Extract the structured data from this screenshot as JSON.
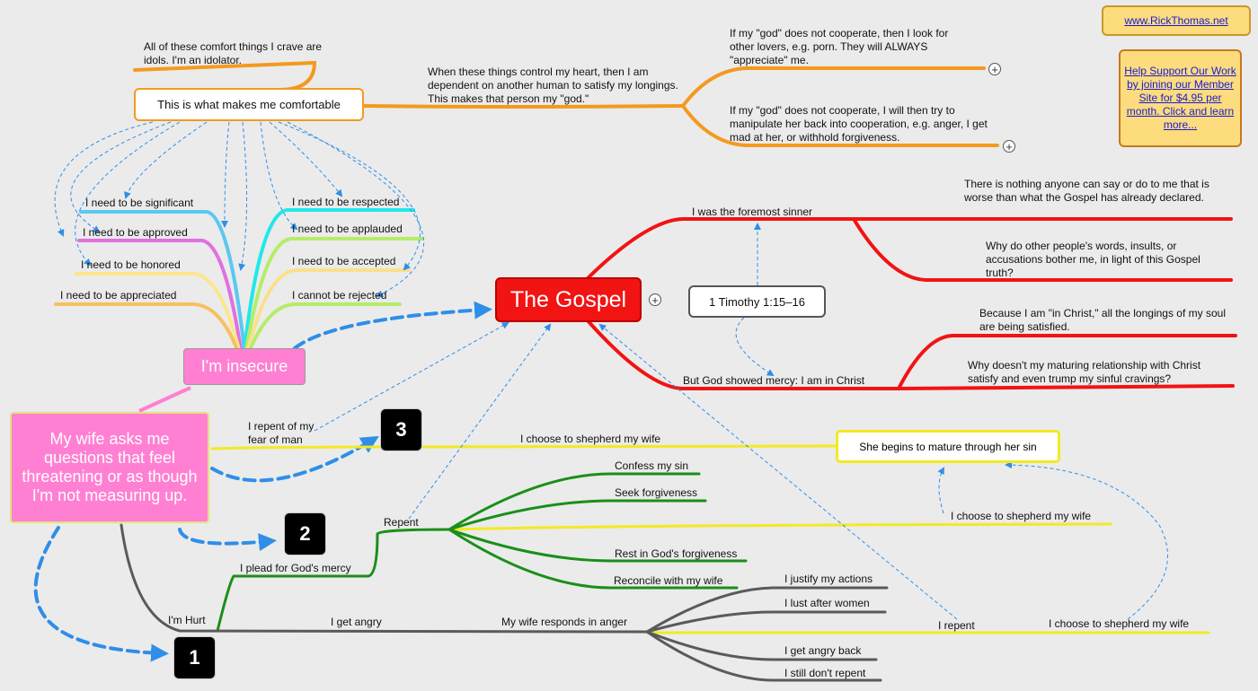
{
  "links": {
    "site": "www.RickThomas.net",
    "support": "Help Support Our Work by joining our Member Site for $4.95 per month. Click and learn more..."
  },
  "nodes": {
    "comfortable": "This is what makes me comfortable",
    "idols": "All of these comfort things I crave are idols. I'm an idolator.",
    "control": "When these things control my heart, then I am dependent on another human to satisfy my longings. This makes that person my \"god.\"",
    "lovers": "If my \"god\" does not cooperate, then I look for other lovers, e.g. porn. They will ALWAYS \"appreciate\" me.",
    "manipulate": "If my \"god\" does not cooperate, I will then try to manipulate her back into cooperation, e.g. anger, I get mad at her, or withhold forgiveness.",
    "significant": "I need to be significant",
    "approved": "I need to be approved",
    "honored": "I need to be honored",
    "appreciated": "I need to be appreciated",
    "respected": "I need to be respected",
    "applauded": "I need to be applauded",
    "accepted": "I need to be accepted",
    "rejected": "I cannot be rejected",
    "insecure": "I'm insecure",
    "gospel": "The Gospel",
    "timothy": "1 Timothy 1:15–16",
    "foremost": "I was the foremost sinner",
    "nothing": "There is nothing anyone can say or do to me that is worse than what the Gospel has already declared.",
    "bother": "Why do other people's words, insults, or accusations bother me, in light of this Gospel truth?",
    "mercy": "But God showed mercy: I am in Christ",
    "inchrist": "Because I am \"in Christ,\" all the longings of my soul are being satisfied.",
    "maturing": "Why doesn't my maturing relationship with Christ satisfy and even trump my sinful cravings?",
    "wife": "My wife asks me questions that feel threatening or as though I'm not measuring up.",
    "fear": "I repent of my fear of man",
    "shepherd1": "I choose to shepherd my wife",
    "mature": "She begins to mature through her sin",
    "repent": "Repent",
    "confess": "Confess my sin",
    "seek": "Seek forgiveness",
    "shepherd2": "I choose to shepherd my wife",
    "rest": "Rest in God's forgiveness",
    "reconcile": "Reconcile with my wife",
    "plead": "I plead for God's mercy",
    "hurt": "I'm Hurt",
    "angry": "I get angry",
    "responds": "My wife responds in anger",
    "justify": "I justify my actions",
    "lust": "I lust after women",
    "angryback": "I get angry back",
    "dontrepent": "I still don't repent",
    "irepent": "I repent",
    "shepherd3": "I choose to shepherd my wife"
  },
  "numbers": {
    "n1": "1",
    "n2": "2",
    "n3": "3"
  },
  "expand_symbol": "+",
  "colors": {
    "background": "#ebebeb",
    "orange": "#f39a1e",
    "red": "#f21313",
    "yellow": "#f2ea23",
    "green": "#1a8f1a",
    "gray": "#5a5a5a",
    "pink": "#ff80d2",
    "blue_dashed": "#2f8ee8"
  }
}
